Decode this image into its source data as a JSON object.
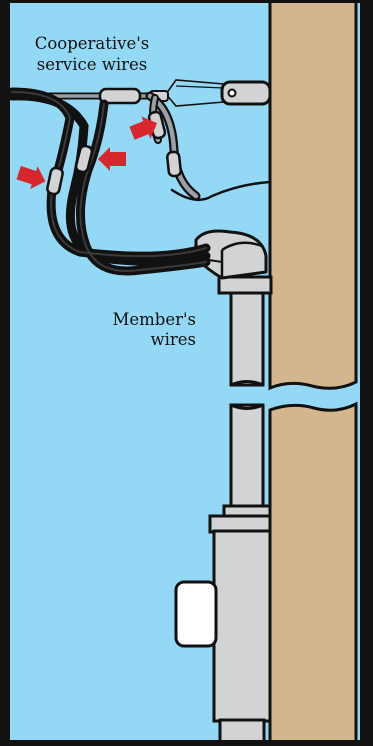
{
  "labels": {
    "coop_line1": "Cooperative's",
    "coop_line2": "service wires",
    "member_line1": "Member's",
    "member_line2": "wires"
  },
  "colors": {
    "sky": "#93D8F4",
    "frame": "#111111",
    "pole": "#D3B68E",
    "metal": "#D1D3D4",
    "wire": "#1A1A1A",
    "arrow": "#D7262C"
  },
  "callouts": {
    "arrow_count": 3,
    "meaning": [
      "wire-connector-arrow",
      "wire-connector-arrow",
      "wire-connector-arrow"
    ]
  }
}
